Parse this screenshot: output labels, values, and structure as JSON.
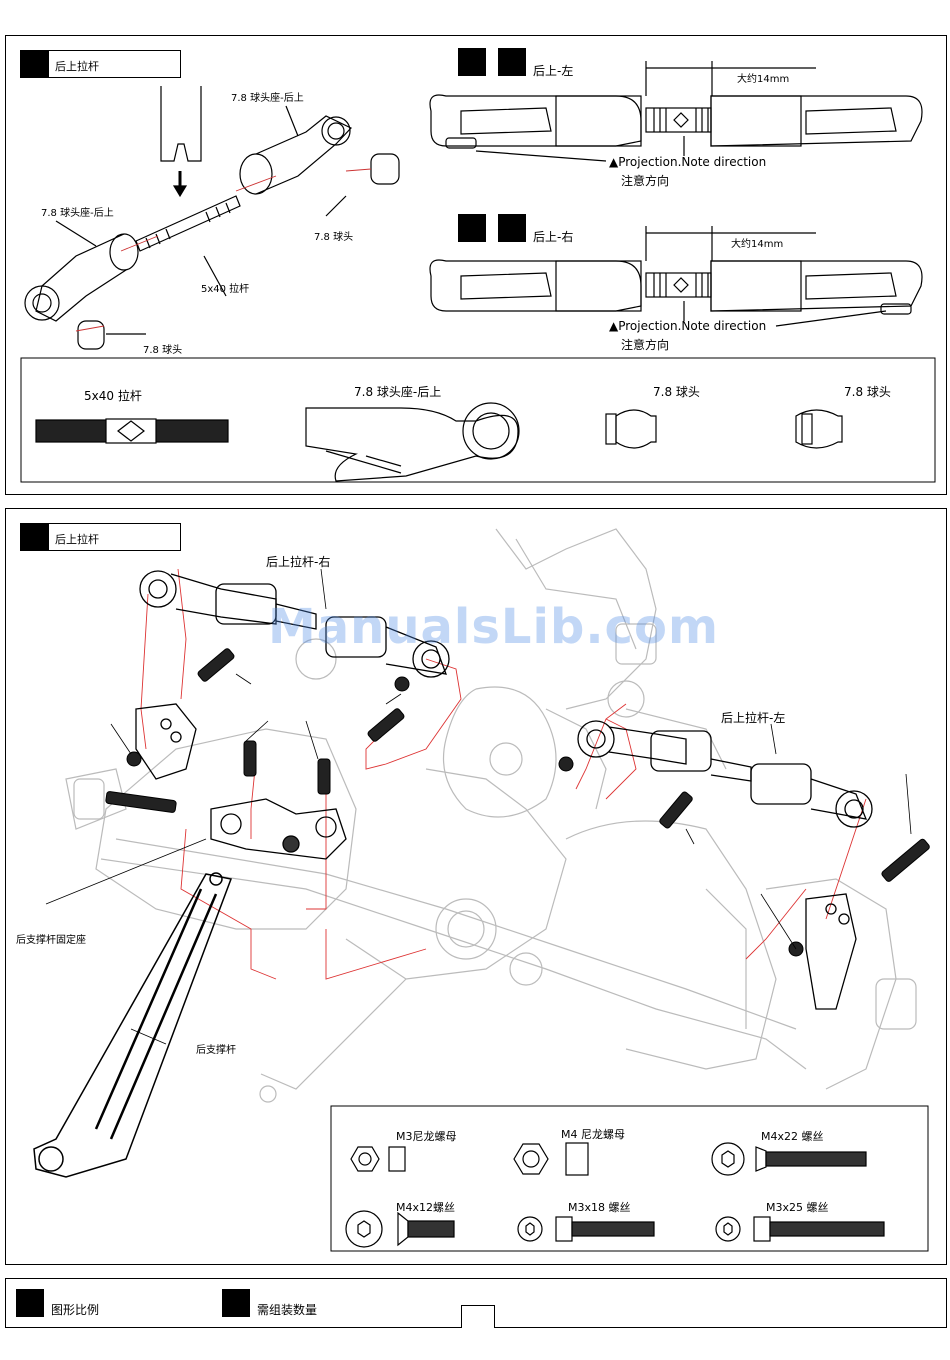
{
  "step1": {
    "title": "后上拉杆",
    "labels": {
      "ballseat_top": "7.8 球头座-后上",
      "ballseat_left": "7.8 球头座-后上",
      "balljoint_right": "7.8 球头",
      "rod": "5x40 拉杆",
      "balljoint_bottom": "7.8 球头"
    },
    "left_view": {
      "title": "后上-左",
      "dim": "大约14mm",
      "note_en": "▲Projection.Note direction",
      "note_cn": "注意方向"
    },
    "right_view": {
      "title": "后上-右",
      "dim": "大约14mm",
      "note_en": "▲Projection.Note direction",
      "note_cn": "注意方向"
    },
    "parts": [
      "5x40 拉杆",
      "7.8 球头座-后上",
      "7.8 球头",
      "7.8 球头"
    ]
  },
  "step2": {
    "title": "后上拉杆",
    "labels": {
      "rod_right": "后上拉杆-右",
      "rod_left": "后上拉杆-左",
      "mount": "后支撑杆固定座",
      "strut": "后支撑杆"
    },
    "watermark": "ManualsLib.com",
    "hardware": [
      {
        "name": "M3尼龙螺母"
      },
      {
        "name": "M4 尼龙螺母"
      },
      {
        "name": "M4x22 螺丝"
      },
      {
        "name": "M4x12螺丝"
      },
      {
        "name": "M3x18 螺丝"
      },
      {
        "name": "M3x25 螺丝"
      }
    ]
  },
  "legend": {
    "scale": "图形比例",
    "quantity": "需组装数量"
  }
}
